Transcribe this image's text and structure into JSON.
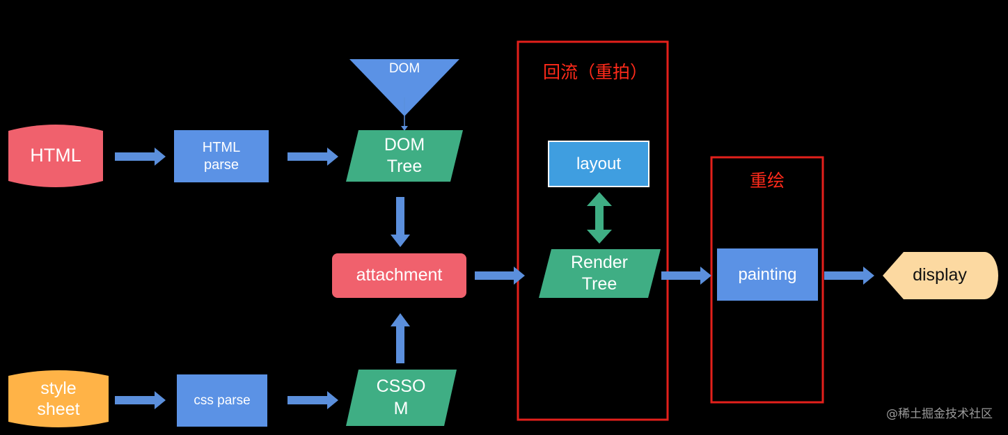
{
  "nodes": {
    "html": "HTML",
    "html_parse": "HTML\nparse",
    "dom_source": "DOM",
    "dom_tree": "DOM\nTree",
    "attachment": "attachment",
    "stylesheet": "style\nsheet",
    "css_parse": "css parse",
    "cssom": "CSSO\nM",
    "layout": "layout",
    "render_tree": "Render\nTree",
    "painting": "painting",
    "display": "display"
  },
  "groups": {
    "reflow": "回流（重拍）",
    "repaint": "重绘"
  },
  "watermark": "@稀土掘金技术社区",
  "colors": {
    "red_node": "#f0616d",
    "blue_node": "#5b92e5",
    "green_node": "#3fae84",
    "orange_node": "#ffb347",
    "display_node": "#fcd9a1",
    "layout_node": "#3f9ee0",
    "arrow": "#5b8fdc",
    "double_arrow": "#3fae84",
    "group_border": "#e3201b"
  }
}
